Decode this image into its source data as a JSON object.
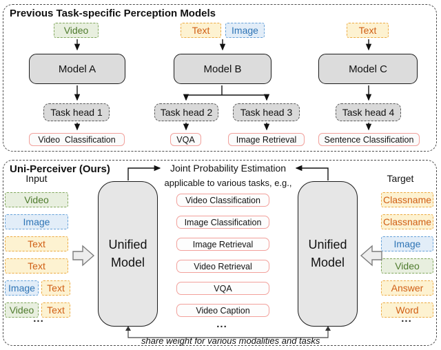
{
  "colors": {
    "video_text": "#4e7b2d",
    "video_border": "#7fa65a",
    "video_bg": "#e8efdf",
    "image_text": "#2e74b5",
    "image_border": "#64a0d8",
    "image_bg": "#e2edf8",
    "text_text": "#d05f15",
    "text_border": "#ecaa42",
    "text_bg": "#fdf2d1",
    "output_border": "#f2a09b",
    "model_fill": "#dcdcdc",
    "head_fill": "#d9d9d9"
  },
  "top_panel": {
    "title": "Previous Task-specific Perception Models",
    "columns": [
      {
        "inputs": [
          "Video"
        ],
        "model": "Model A",
        "heads": [
          "Task head 1"
        ],
        "outputs": [
          "Video  Classification"
        ]
      },
      {
        "inputs": [
          "Text",
          "Image"
        ],
        "model": "Model B",
        "heads": [
          "Task head 2",
          "Task head 3"
        ],
        "outputs": [
          "VQA",
          "Image Retrieval"
        ]
      },
      {
        "inputs": [
          "Text"
        ],
        "model": "Model C",
        "heads": [
          "Task head 4"
        ],
        "outputs": [
          "Sentence Classification"
        ]
      }
    ]
  },
  "bottom_panel": {
    "title": "Uni-Perceiver (Ours)",
    "input_label": "Input",
    "target_label": "Target",
    "joint_label": "Joint Probability Estimation",
    "applicable_label": "applicable to various tasks, e.g.,",
    "unified_model_left": "Unified Model",
    "unified_model_right": "Unified Model",
    "tasks": [
      "Video Classification",
      "Image Classification",
      "Image Retrieval",
      "Video Retrieval",
      "VQA",
      "Video Caption"
    ],
    "inputs": [
      [
        "Video"
      ],
      [
        "Image"
      ],
      [
        "Text"
      ],
      [
        "Text"
      ],
      [
        "Image",
        "Text"
      ],
      [
        "Video",
        "Text"
      ]
    ],
    "targets": [
      "Classname",
      "Classname",
      "Image",
      "Video",
      "Answer",
      "Word"
    ],
    "ellipsis": "...",
    "share_weight_label": "share weight for various modalities and tasks"
  }
}
